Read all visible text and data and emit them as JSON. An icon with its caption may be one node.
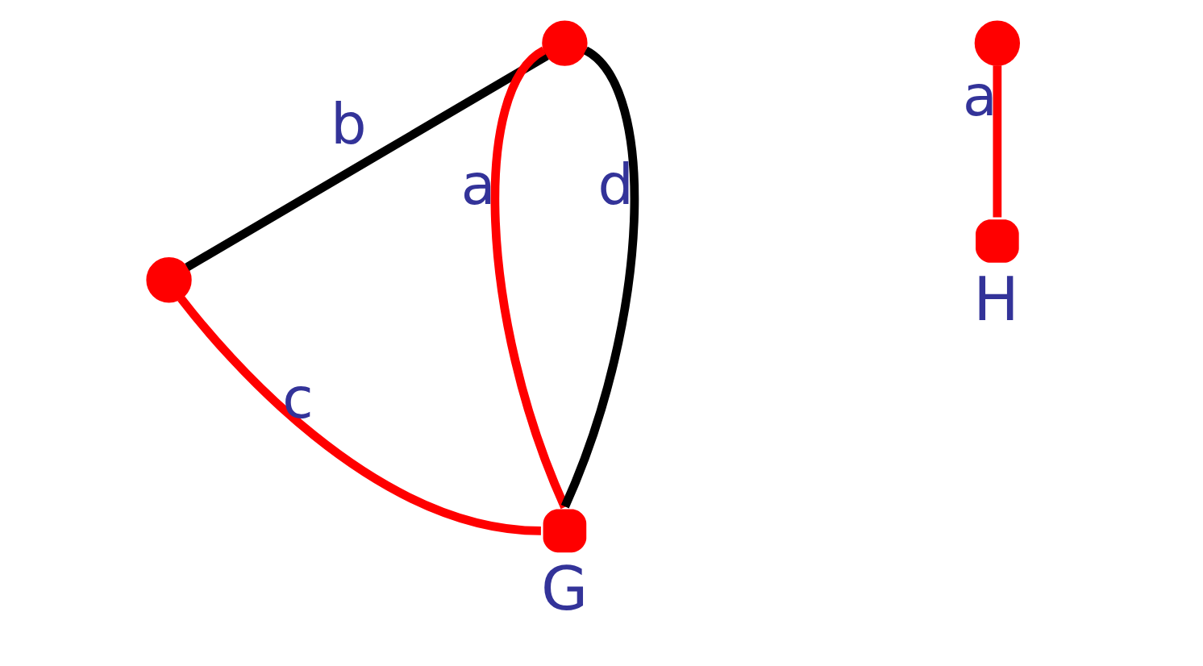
{
  "diagram": {
    "nodes": [
      {
        "text": [],
        "shape": "circle"
      },
      {
        "text": [],
        "shape": "circle"
      },
      {
        "text": [],
        "shape": "circle",
        "beside": [
          "G"
        ]
      },
      {
        "text": [],
        "shape": "circle"
      },
      {
        "text": [],
        "shape": "circle",
        "beside": [
          "H"
        ]
      }
    ],
    "edges": [
      {
        "from": 0,
        "to": 2,
        "arrow": "none",
        "label": "a"
      },
      {
        "from": 0,
        "to": 1,
        "arrow": "none",
        "label": "b",
        "color": "#000000"
      },
      {
        "from": 1,
        "to": 2,
        "arrow": "none",
        "label": "c"
      },
      {
        "from": 0,
        "to": 2,
        "arrow": "none",
        "label": "d",
        "color": "#000000"
      },
      {
        "from": 3,
        "to": 4,
        "arrow": "none",
        "label": "a"
      }
    ]
  }
}
